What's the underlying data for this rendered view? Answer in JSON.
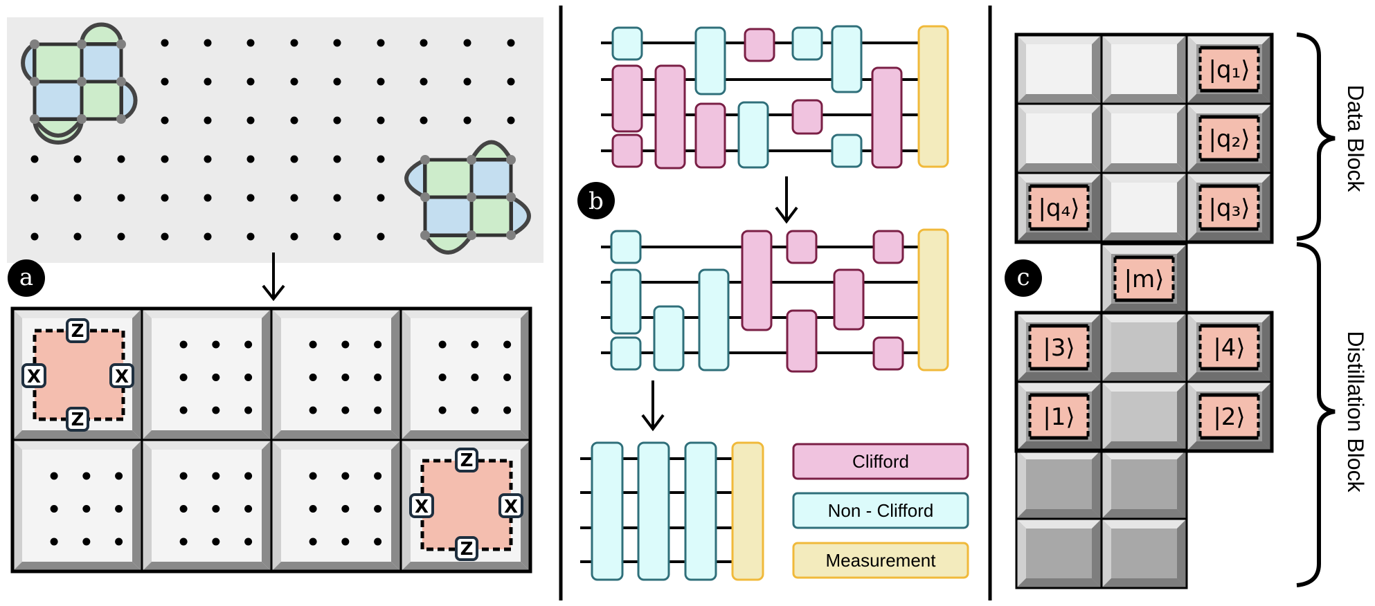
{
  "panel_a": {
    "label": "a",
    "stabilizers": {
      "top": "Z",
      "bottom": "Z",
      "left": "X",
      "right": "X"
    }
  },
  "panel_b": {
    "label": "b",
    "legend": {
      "clifford": "Clifford",
      "non_clifford": "Non - Clifford",
      "measurement": "Measurement"
    }
  },
  "panel_c": {
    "label": "c",
    "tiles": {
      "q1": "|q₁⟩",
      "q2": "|q₂⟩",
      "q3": "|q₃⟩",
      "q4": "|q₄⟩",
      "m": "|m⟩",
      "s1": "|1⟩",
      "s2": "|2⟩",
      "s3": "|3⟩",
      "s4": "|4⟩"
    },
    "brace_labels": {
      "data_block": "Data Block",
      "distillation_block": "Distillation Block"
    }
  },
  "colors": {
    "clifford_fill": "#f0c3df",
    "clifford_stroke": "#7a1f45",
    "nonclifford_fill": "#dcfbfb",
    "nonclifford_stroke": "#2f6f7a",
    "measurement_fill": "#f3ebbd",
    "measurement_stroke": "#f0b93a",
    "patch_fill": "#f4beaf",
    "plaquette_green": "#cdeccb",
    "plaquette_blue": "#c4def0",
    "tile_light": "#f2f2f2",
    "tile_dark": "#a8a8a8"
  }
}
